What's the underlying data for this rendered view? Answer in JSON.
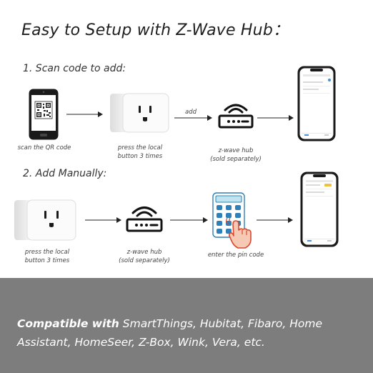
{
  "title": "Easy to Setup with Z-Wave Hub：",
  "step1": {
    "label": "1. Scan code to add:",
    "captions": {
      "scan": "scan the QR code",
      "press_line1": "press the local",
      "press_line2": "button 3 times",
      "hub_line1": "z-wave hub",
      "hub_line2": "(sold separately)"
    },
    "arrow_label": "add"
  },
  "step2": {
    "label": "2. Add Manually:",
    "captions": {
      "press_line1": "press the local",
      "press_line2": "button 3 times",
      "hub_line1": "z-wave hub",
      "hub_line2": "(sold separately)",
      "pin": "enter the pin code"
    }
  },
  "footer": {
    "bold_prefix": "Compatible with",
    "rest": " SmartThings, Hubitat, Fibaro, Home Assistant, HomeSeer, Z-Box, Wink, Vera, etc."
  },
  "colors": {
    "footer_bg": "#7d7d7d",
    "hub_line": "#111111",
    "keypad_blue": "#2f7fb8",
    "keypad_teal": "#bfe4ee",
    "hand_skin": "#f6c9b4",
    "hand_outline": "#d9492f"
  },
  "icons": [
    "qr-phone-icon",
    "smart-plug-icon",
    "zwave-hub-icon",
    "smartphone-app-icon",
    "keypad-hand-icon",
    "arrow-right-icon"
  ]
}
